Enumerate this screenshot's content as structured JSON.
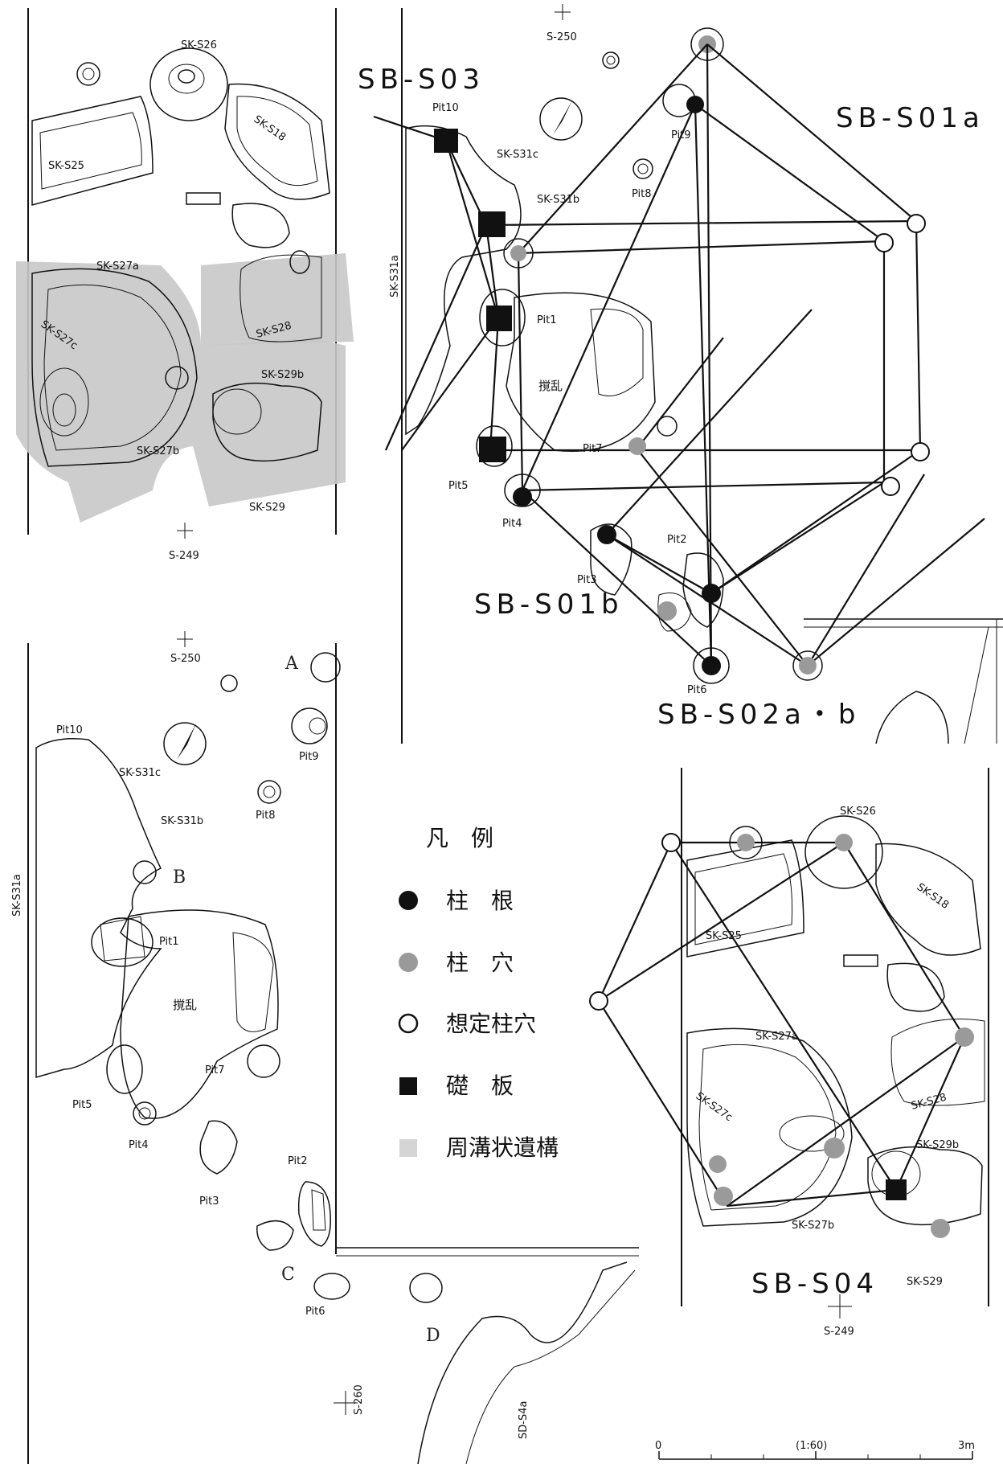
{
  "panel_top_left": {
    "labels": [
      "SK-S26",
      "SK-S18",
      "SK-S25",
      "SK-S27a",
      "SK-S27c",
      "SK-S27b",
      "SK-S28",
      "SK-S29b",
      "SK-S29"
    ],
    "grid_label": "S-249"
  },
  "panel_top_right": {
    "structures": [
      "SB-S03",
      "SB-S01a",
      "SB-S01b",
      "SB-S02a・b"
    ],
    "grid_label": "S-250",
    "pits": [
      "Pit10",
      "Pit9",
      "Pit8",
      "Pit1",
      "Pit7",
      "Pit5",
      "Pit4",
      "Pit3",
      "Pit2",
      "Pit6"
    ],
    "labels": [
      "SK-S31c",
      "SK-S31b",
      "SK-S31a"
    ],
    "disturbance": "撹乱"
  },
  "panel_bottom_left": {
    "grid_top": "S-250",
    "grid_bottom": "S-260",
    "section_letters": [
      "A",
      "B",
      "C",
      "D"
    ],
    "pits": [
      "Pit10",
      "Pit9",
      "Pit8",
      "Pit1",
      "Pit7",
      "Pit5",
      "Pit4",
      "Pit3",
      "Pit2",
      "Pit6"
    ],
    "labels": [
      "SK-S31c",
      "SK-S31b",
      "SK-S31a",
      "SD-S4a"
    ],
    "disturbance": "撹乱"
  },
  "legend": {
    "title": "凡　例",
    "items": [
      {
        "symbol": "filled-circle",
        "label": "柱　根"
      },
      {
        "symbol": "gray-circle",
        "label": "柱　穴"
      },
      {
        "symbol": "open-circle",
        "label": "想定柱穴"
      },
      {
        "symbol": "filled-square",
        "label": "礎　板"
      },
      {
        "symbol": "light-gray-square",
        "label": "周溝状遺構"
      }
    ]
  },
  "panel_bottom_right": {
    "structure": "SB-S04",
    "labels": [
      "SK-S26",
      "SK-S18",
      "SK-S25",
      "SK-S27a",
      "SK-S28",
      "SK-S27c",
      "SK-S29b",
      "SK-S27b",
      "SK-S29"
    ],
    "grid_label": "S-249"
  },
  "scale_bar": {
    "start": "0",
    "ratio": "(1:60)",
    "end": "3m"
  },
  "colors": {
    "ink": "#111111",
    "gray_pit": "#9a9a9a",
    "trench_band": "#c8c8c8"
  }
}
